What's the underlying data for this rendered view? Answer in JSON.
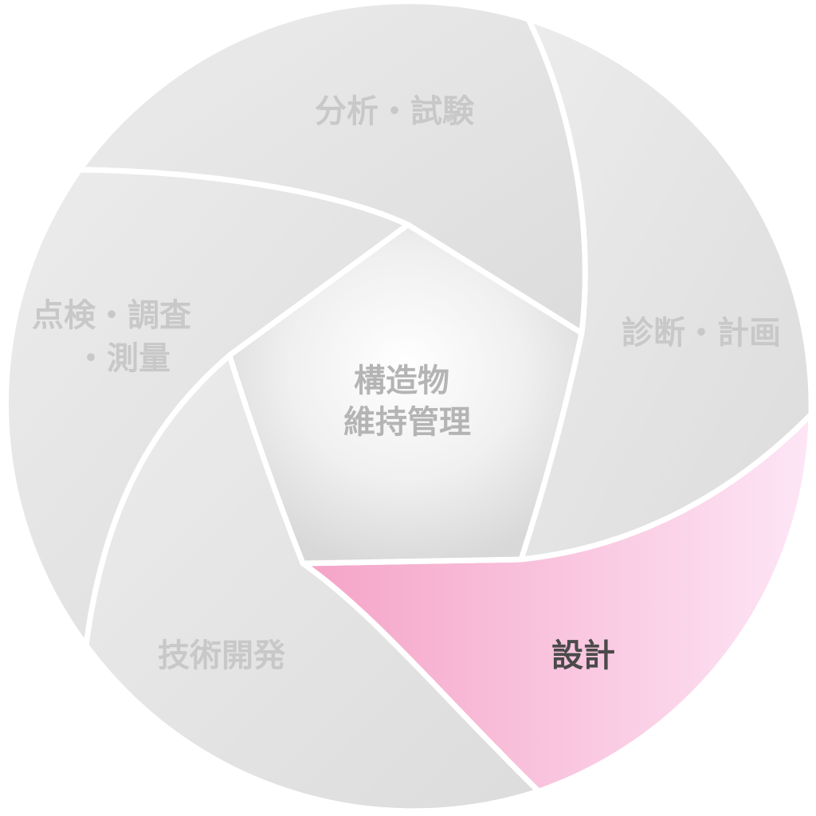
{
  "center": {
    "lines": [
      "構造物",
      "維持管理"
    ]
  },
  "segments": [
    {
      "id": "analysis",
      "lines": [
        "分析・試験"
      ],
      "active": false
    },
    {
      "id": "diagnosis",
      "lines": [
        "診断・計画"
      ],
      "active": false
    },
    {
      "id": "design",
      "lines": [
        "設計"
      ],
      "active": true
    },
    {
      "id": "tech-dev",
      "lines": [
        "技術開発"
      ],
      "active": false
    },
    {
      "id": "inspection",
      "lines": [
        "点検・調査",
        "・測量"
      ],
      "active": false
    }
  ],
  "colors": {
    "inactive_fill": "#e3e3e3",
    "active_fill_start": "#f5a3c6",
    "active_fill_end": "#fde6f6",
    "inactive_text": "#c8c8c8",
    "active_text": "#4a4a4a",
    "center_text": "#b4b4b4",
    "divider": "#ffffff"
  }
}
